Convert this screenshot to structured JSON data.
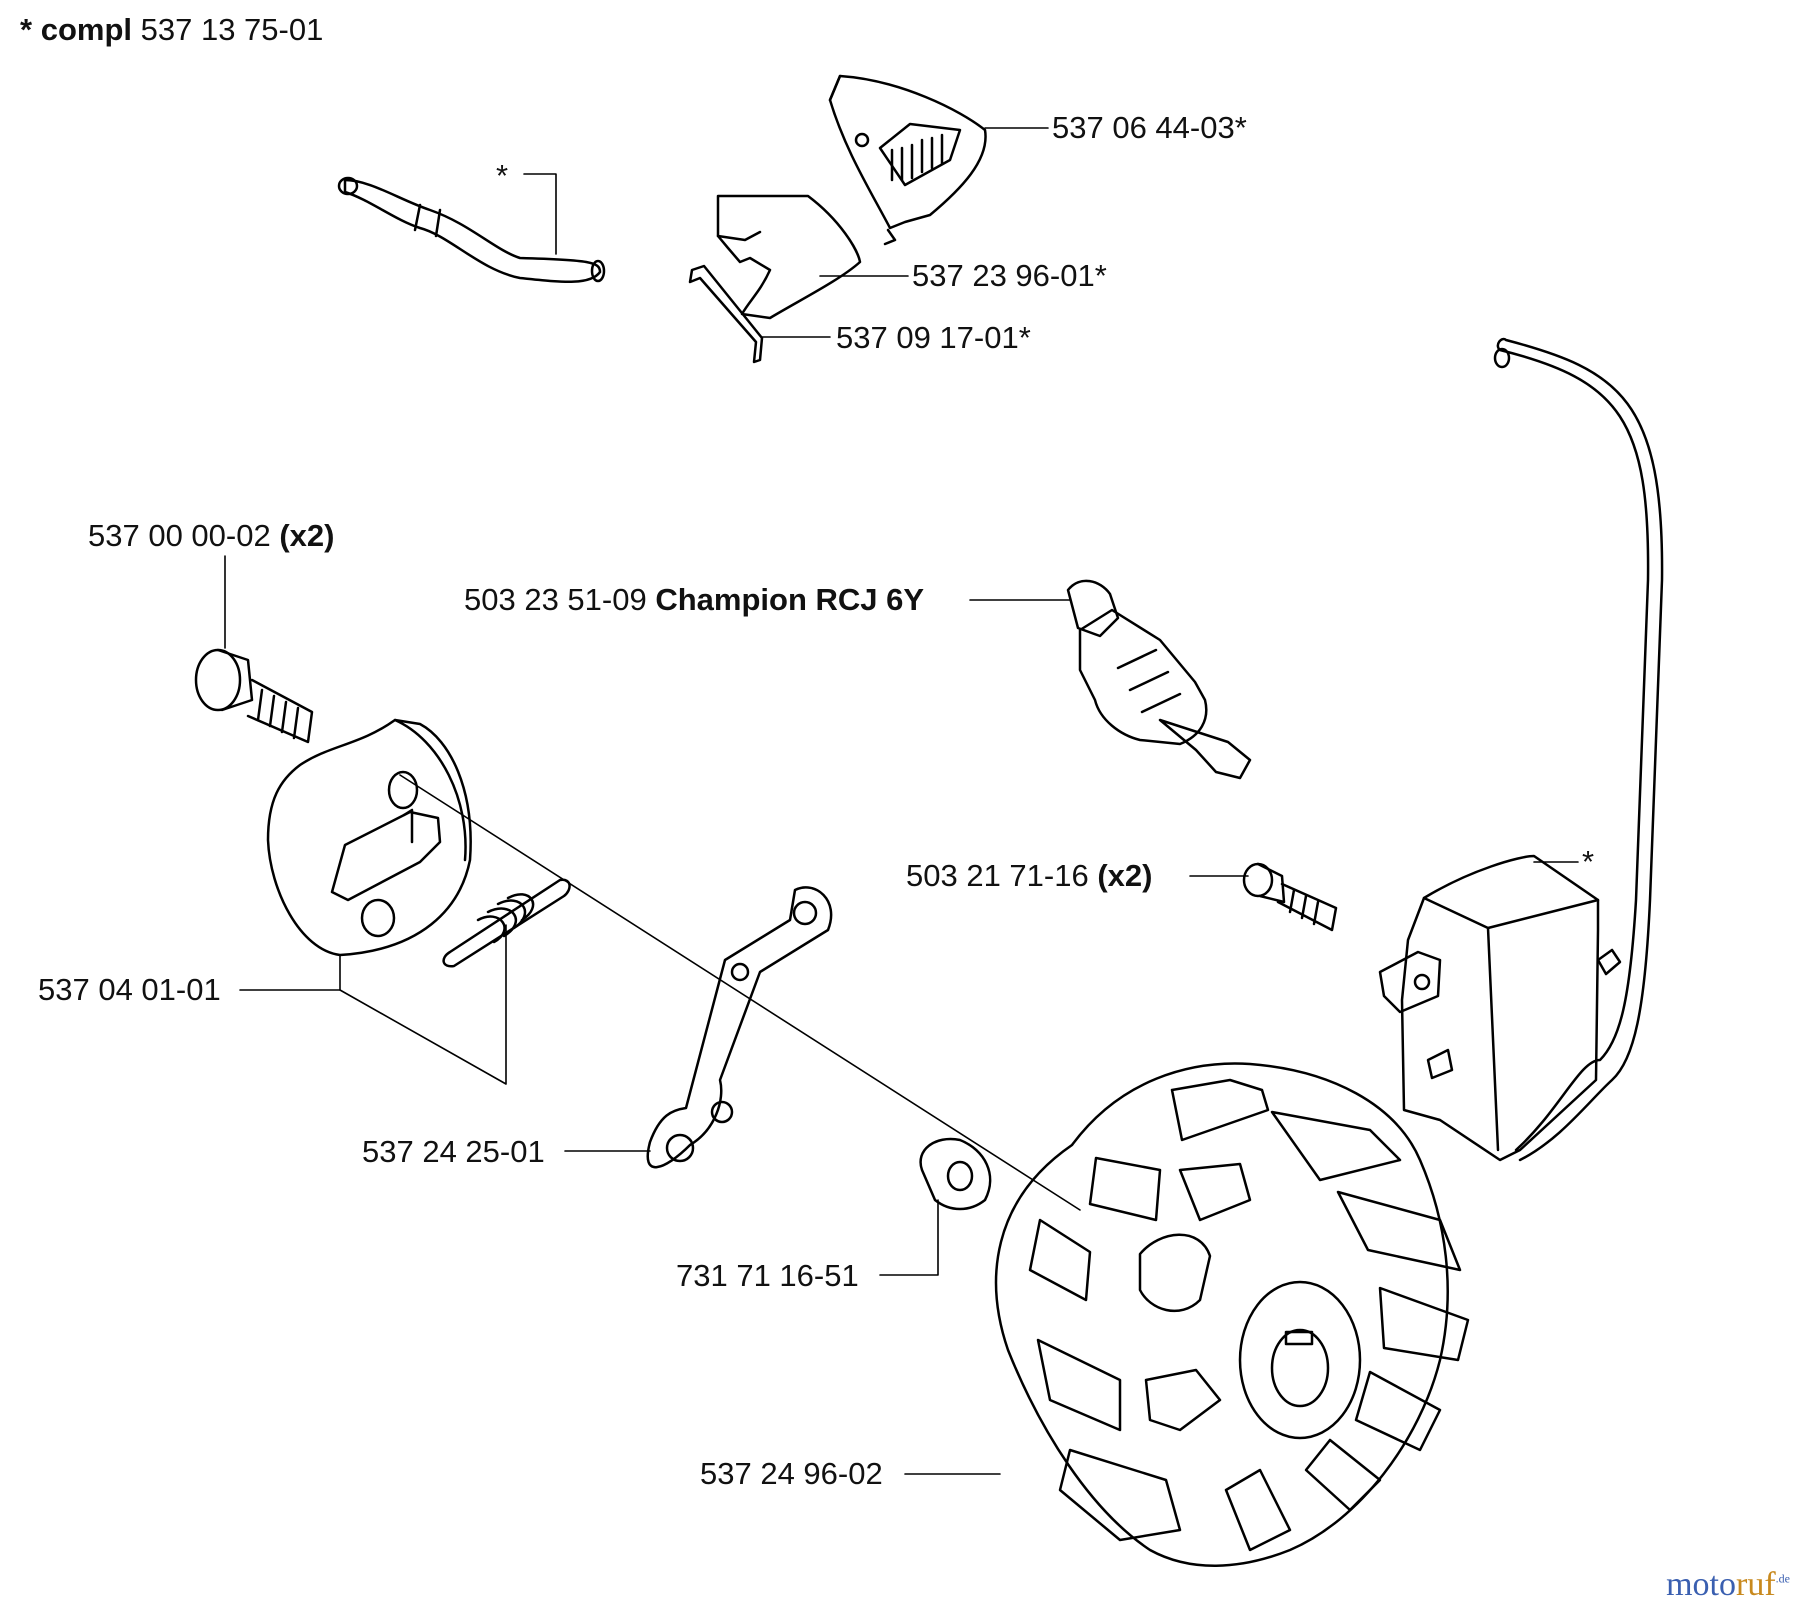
{
  "header": {
    "marker": "*",
    "keyword": "compl",
    "number": "537 13 75-01"
  },
  "labels": [
    {
      "id": "lbl-537-06-44-03",
      "num": "537 06 44-03*"
    },
    {
      "id": "lbl-537-23-96-01",
      "num": "537 23 96-01*"
    },
    {
      "id": "lbl-537-09-17-01",
      "num": "537 09 17-01*"
    },
    {
      "id": "lbl-537-00-00-02",
      "num": "537 00 00-02",
      "bold": "(x2)"
    },
    {
      "id": "lbl-503-23-51-09",
      "num": "503 23 51-09",
      "bold": "Champion RCJ 6Y"
    },
    {
      "id": "lbl-503-21-71-16",
      "num": "503 21 71-16",
      "bold": "(x2)"
    },
    {
      "id": "lbl-537-04-01-01",
      "num": "537 04 01-01"
    },
    {
      "id": "lbl-537-24-25-01",
      "num": "537 24 25-01"
    },
    {
      "id": "lbl-731-71-16-51",
      "num": "731 71 16-51"
    },
    {
      "id": "lbl-537-24-96-02",
      "num": "537 24 96-02"
    }
  ],
  "asterisks": {
    "hose": "*",
    "module": "*"
  },
  "watermark": {
    "part1": "moto",
    "part2": "ruf",
    "suffix": ".de"
  }
}
